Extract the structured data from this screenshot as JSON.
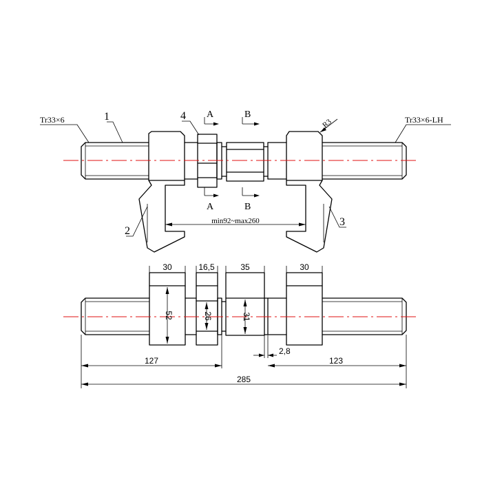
{
  "labels": {
    "thread_left": "Tr33×6",
    "thread_right": "Tr33×6-LH",
    "part_1": "1",
    "part_2": "2",
    "part_3": "3",
    "part_4": "4",
    "section_a_top": "A",
    "section_a_bottom": "A",
    "section_b_top": "B",
    "section_b_bottom": "B",
    "radius": "R3",
    "range": "min92~max260"
  },
  "dimensions": {
    "w_left_jaw": "30",
    "w_nut": "16,5",
    "w_coupler": "35",
    "w_right_jaw": "30",
    "h_jaw": "52",
    "h_nut": "26",
    "h_coupler": "31",
    "gap": "2,8",
    "left_length": "127",
    "right_length": "123",
    "total_length": "285"
  }
}
